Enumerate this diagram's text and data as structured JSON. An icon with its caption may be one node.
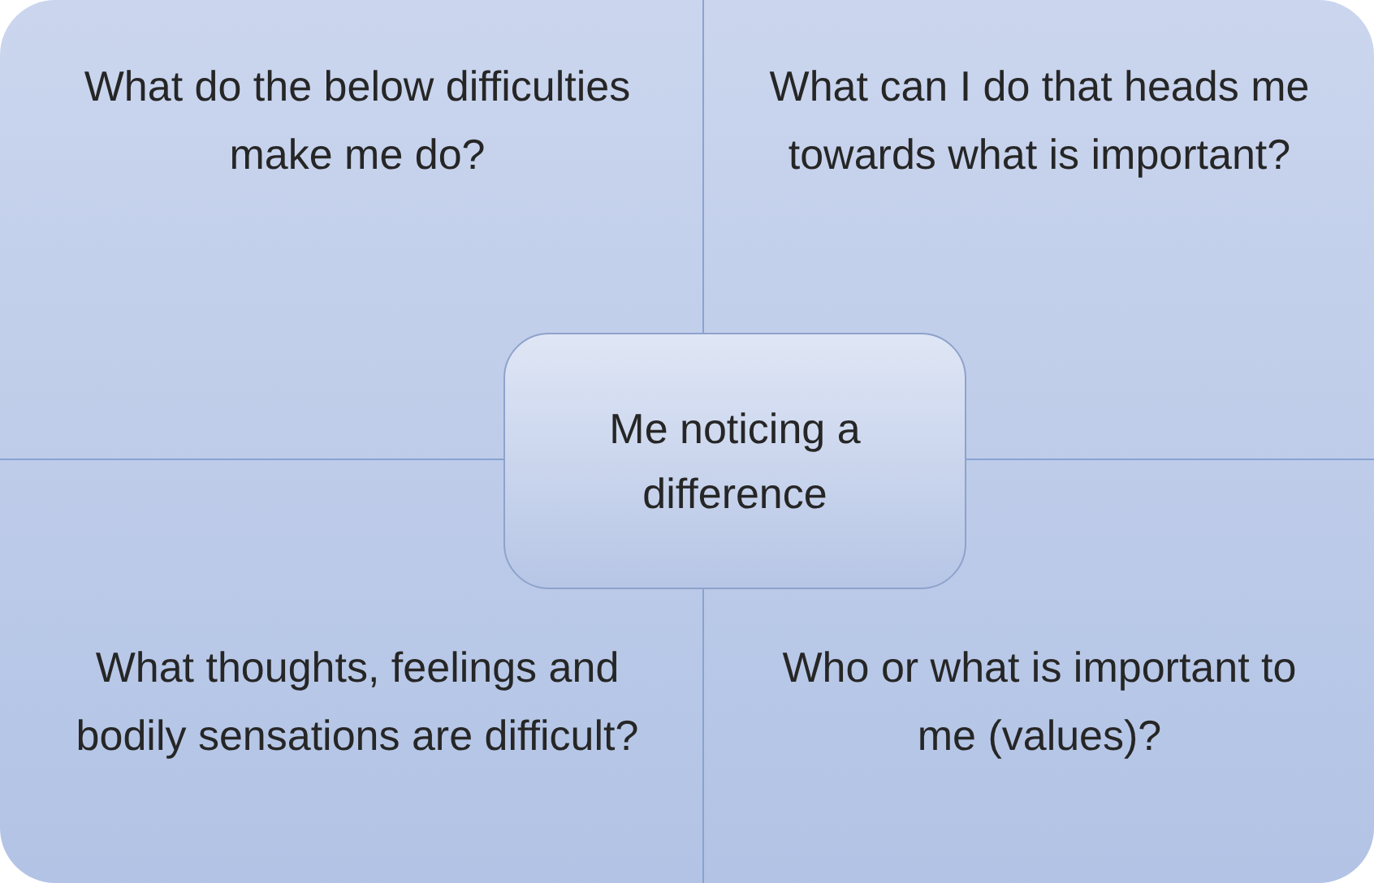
{
  "diagram": {
    "nodes": [
      {
        "text": [
          "What do the below difficulties make me do?"
        ]
      },
      {
        "text": [
          "What can I do that heads me towards what is important?"
        ]
      },
      {
        "text": [
          "What thoughts, feelings and bodily sensations are difficult?"
        ]
      },
      {
        "text": [
          "Who or what is important to me (values)?"
        ]
      },
      {
        "text": [
          "Me noticing a difference"
        ]
      }
    ]
  }
}
